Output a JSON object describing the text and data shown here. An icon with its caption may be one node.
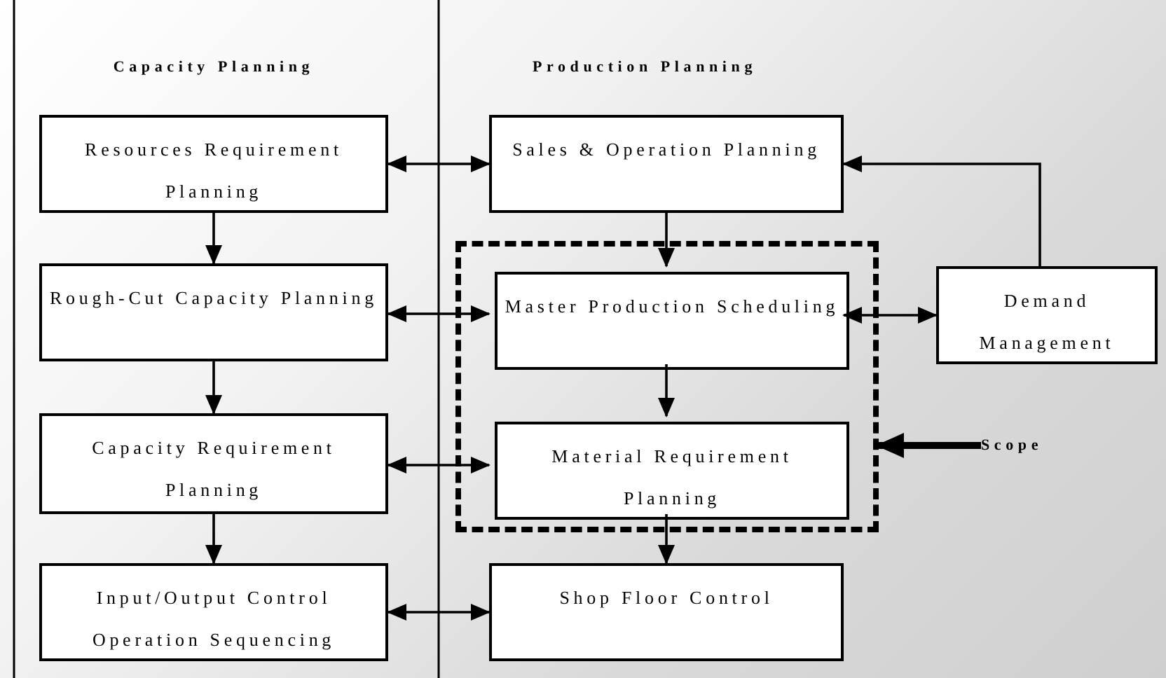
{
  "diagram": {
    "nodes": [
      {
        "text": [
          "Resources Requirement Planning"
        ]
      },
      {
        "text": [
          "Rough-Cut Capacity Planning"
        ]
      },
      {
        "text": [
          "Capacity Requirement Planning"
        ]
      },
      {
        "text": [
          "Input/Output Control Operation Sequencing"
        ]
      },
      {
        "text": [
          "Sales & Operation Planning"
        ]
      },
      {
        "text": [],
        "shape": "box"
      },
      {
        "text": [
          "Master Production Scheduling"
        ],
        "in": 5
      },
      {
        "text": [
          "Material Requirement Planning"
        ],
        "in": 5
      },
      {
        "text": [
          "Shop Floor Control"
        ]
      },
      {
        "text": [
          "Demand Management"
        ]
      },
      {
        "text": [
          "Scope"
        ]
      }
    ],
    "edges": [
      {
        "from": 0,
        "to": 4,
        "arrow": "both"
      },
      {
        "from": 1,
        "to": 6,
        "arrow": "both"
      },
      {
        "from": 2,
        "to": 7,
        "arrow": "both"
      },
      {
        "from": 3,
        "to": 8,
        "arrow": "both"
      },
      {
        "from": 0,
        "to": 1,
        "arrow": "to"
      },
      {
        "from": 1,
        "to": 2,
        "arrow": "to"
      },
      {
        "from": 2,
        "to": 3,
        "arrow": "to"
      },
      {
        "from": 4,
        "to": 6,
        "arrow": "to"
      },
      {
        "from": 6,
        "to": 7,
        "arrow": "to"
      },
      {
        "from": 7,
        "to": 8,
        "arrow": "to"
      },
      {
        "from": 6,
        "to": 9,
        "arrow": "both"
      },
      {
        "from": 9,
        "to": 4,
        "arrow": "to"
      },
      {
        "from": 10,
        "to": 5,
        "arrow": "to",
        "style": "thick"
      }
    ],
    "labels": [
      "Capacity Planning",
      "Production Planning"
    ]
  }
}
